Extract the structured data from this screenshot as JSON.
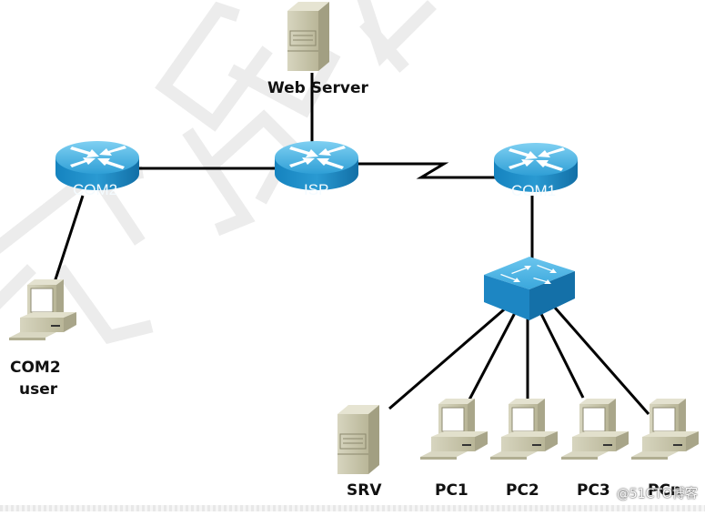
{
  "diagram": {
    "nodes": [
      {
        "id": "web-server",
        "type": "server",
        "label": "Web Server"
      },
      {
        "id": "com2-router",
        "type": "router",
        "label": "COM2"
      },
      {
        "id": "isp-router",
        "type": "router",
        "label": "ISP"
      },
      {
        "id": "com1-router",
        "type": "router",
        "label": "COM1"
      },
      {
        "id": "com1-switch",
        "type": "switch",
        "label": ""
      },
      {
        "id": "com2-user",
        "type": "pc",
        "label_lines": [
          "COM2",
          "user"
        ]
      },
      {
        "id": "srv",
        "type": "server",
        "label": "SRV"
      },
      {
        "id": "pc1",
        "type": "pc",
        "label": "PC1"
      },
      {
        "id": "pc2",
        "type": "pc",
        "label": "PC2"
      },
      {
        "id": "pc3",
        "type": "pc",
        "label": "PC3"
      },
      {
        "id": "pcn",
        "type": "pc",
        "label": "PCn"
      }
    ],
    "links": [
      {
        "from": "web-server",
        "to": "isp-router",
        "kind": "ethernet"
      },
      {
        "from": "com2-router",
        "to": "isp-router",
        "kind": "ethernet"
      },
      {
        "from": "isp-router",
        "to": "com1-router",
        "kind": "serial"
      },
      {
        "from": "com2-router",
        "to": "com2-user",
        "kind": "ethernet"
      },
      {
        "from": "com1-router",
        "to": "com1-switch",
        "kind": "ethernet"
      },
      {
        "from": "com1-switch",
        "to": "srv",
        "kind": "ethernet"
      },
      {
        "from": "com1-switch",
        "to": "pc1",
        "kind": "ethernet"
      },
      {
        "from": "com1-switch",
        "to": "pc2",
        "kind": "ethernet"
      },
      {
        "from": "com1-switch",
        "to": "pc3",
        "kind": "ethernet"
      },
      {
        "from": "com1-switch",
        "to": "pcn",
        "kind": "ethernet"
      }
    ]
  },
  "labels": {
    "web_server": "Web Server",
    "com2": "COM2",
    "isp": "ISP",
    "com1": "COM1",
    "com2_user_line1": "COM2",
    "com2_user_line2": "user",
    "srv": "SRV",
    "pc1": "PC1",
    "pc2": "PC2",
    "pc3": "PC3",
    "pcn": "PCn"
  },
  "watermark": "@51CTO博客",
  "colors": {
    "router_top": "#4fb6e6",
    "router_side": "#1b7fb8",
    "device_beige": "#c9c6aa",
    "link": "#000000",
    "background_watermark": "#ececec"
  }
}
